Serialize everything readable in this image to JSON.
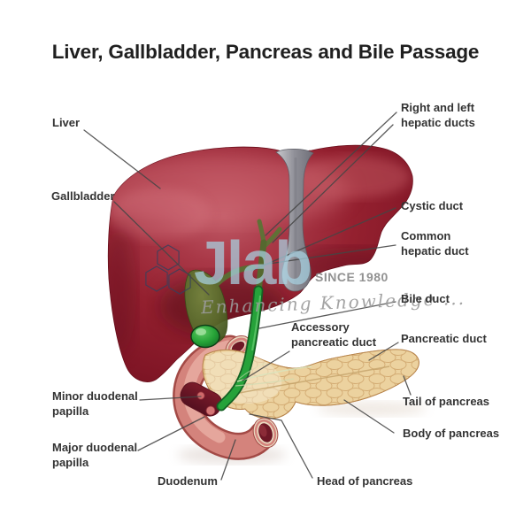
{
  "title": "Liver, Gallbladder, Pancreas and Bile Passage",
  "watermark": {
    "logo_text": "Jlab",
    "since_text": "SINCE 1980",
    "tagline": "Enhancing Knowledge ...",
    "logo_color": "#a8d2e2",
    "hex_outline_color": "#33415e"
  },
  "labels": {
    "liver": "Liver",
    "gallbladder": "Gallbladder",
    "right_left_hepatic_ducts": "Right and left\nhepatic ducts",
    "cystic_duct": "Cystic duct",
    "common_hepatic_duct": "Common\nhepatic duct",
    "bile_duct": "Bile duct",
    "accessory_pancreatic_duct": "Accessory\npancreatic duct",
    "pancreatic_duct": "Pancreatic duct",
    "tail_of_pancreas": "Tail of pancreas",
    "body_of_pancreas": "Body of pancreas",
    "head_of_pancreas": "Head of pancreas",
    "duodenum": "Duodenum",
    "minor_duodenal_papilla": "Minor duodenal\npapilla",
    "major_duodenal_papilla": "Major duodenal\npapilla"
  },
  "colors": {
    "liver": "#94202f",
    "gallbladder_green": "#27a438",
    "bile_duct_green": "#26a23a",
    "pancreas": "#ecd29f",
    "duodenum": "#d4837c",
    "leader_line": "#454545",
    "label_text": "#333333"
  }
}
